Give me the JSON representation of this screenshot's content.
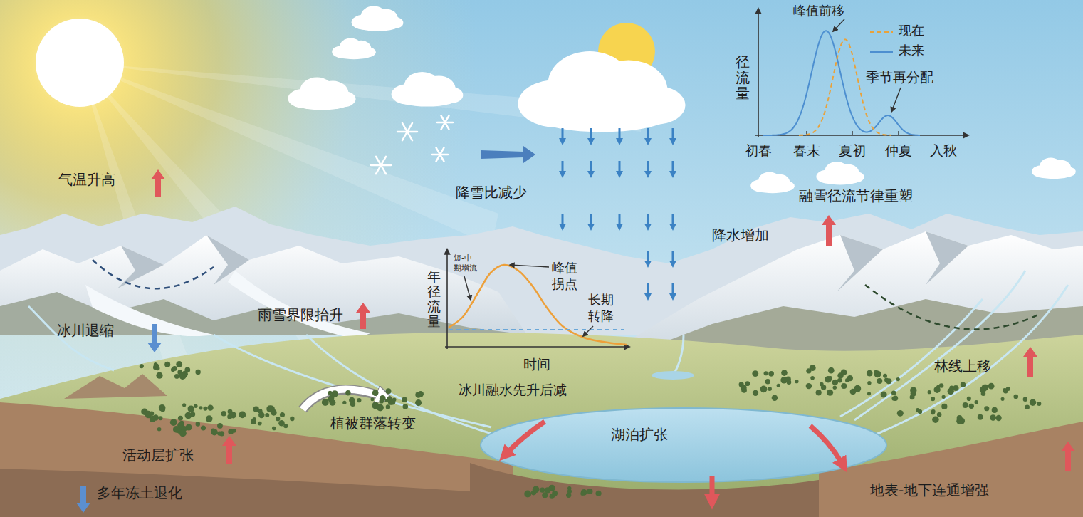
{
  "diagram": {
    "labels": [
      "峰值前移",
      "径流量",
      "季节再分配",
      "初春",
      "春末",
      "夏初",
      "仲夏",
      "入秋",
      "气温升高",
      "降雪比减少",
      "融雪径流节律重塑",
      "降水增加",
      "短-中期增流",
      "峰值拐点",
      "年径流量",
      "长期转降",
      "雨雪界限抬升",
      "冰川退缩",
      "时间",
      "冰川融水先升后减",
      "林线上移",
      "植被群落转变",
      "湖泊扩张",
      "活动层扩张",
      "多年冻土退化",
      "地表-地下连通增强"
    ],
    "legend": [
      {
        "text": "现在"
      },
      {
        "text": "未来"
      }
    ]
  }
}
